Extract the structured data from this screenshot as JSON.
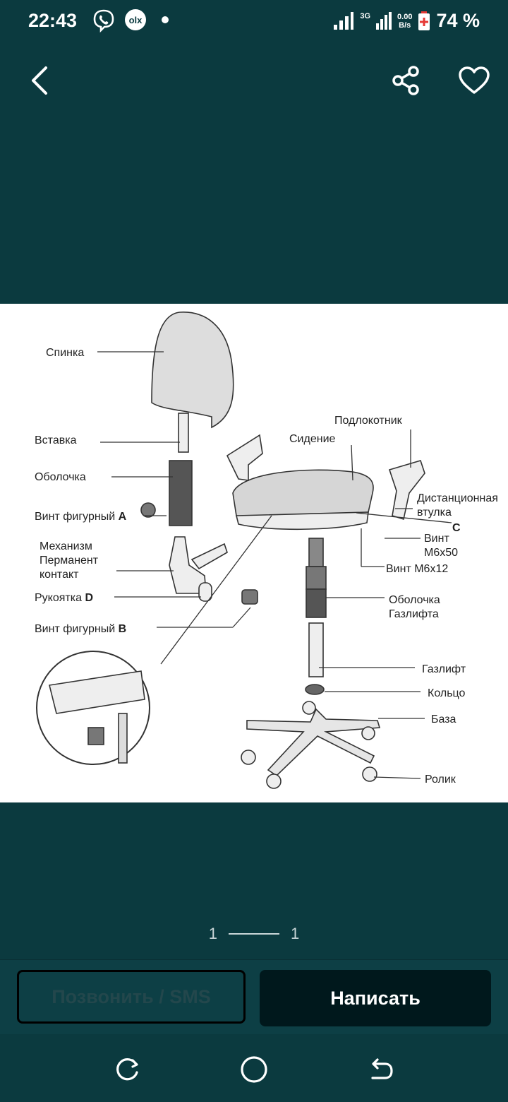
{
  "status_bar": {
    "time": "22:43",
    "network_type": "3G",
    "net_speed_value": "0.00",
    "net_speed_unit": "B/s",
    "battery": "74 %",
    "icons": [
      "viber-icon",
      "olx-icon",
      "dot-icon",
      "signal-icon",
      "battery-icon"
    ]
  },
  "toolbar": {
    "icons": [
      "back-arrow-icon",
      "share-icon",
      "heart-icon"
    ]
  },
  "diagram": {
    "labels": {
      "spinka": "Спинка",
      "vstavka": "Вставка",
      "obolochka": "Оболочка",
      "vint_a_text": "Винт фигурный ",
      "vint_a_letter": "А",
      "mech1": "Механизм",
      "mech2": "Перманент",
      "mech3": "контакт",
      "rukoyatka_text": "Рукоятка ",
      "rukoyatka_letter": "D",
      "vint_b_text": "Винт фигурный ",
      "vint_b_letter": "В",
      "podlokotnik": "Подлокотник",
      "sidenie": "Сидение",
      "dist1": "Дистанционная",
      "dist2": "втулка",
      "c_letter": "C",
      "vint_m650_1": "Винт",
      "vint_m650_2": "М6х50",
      "vint_m612": "Винт М6х12",
      "obol_gaz1": "Оболочка",
      "obol_gaz2": "Газлифта",
      "gazlift": "Газлифт",
      "koltso": "Кольцо",
      "baza": "База",
      "rolik": "Ролик"
    }
  },
  "pager": {
    "current": "1",
    "total": "1"
  },
  "actions": {
    "call_label": "Позвонить / SMS",
    "write_label": "Написать"
  },
  "nav_bar": {
    "icons": [
      "recent-apps-icon",
      "home-icon",
      "back-nav-icon"
    ]
  },
  "colors": {
    "background": "#0b3a3f",
    "bar": "#0d3f45",
    "button_dark": "#00181c"
  }
}
